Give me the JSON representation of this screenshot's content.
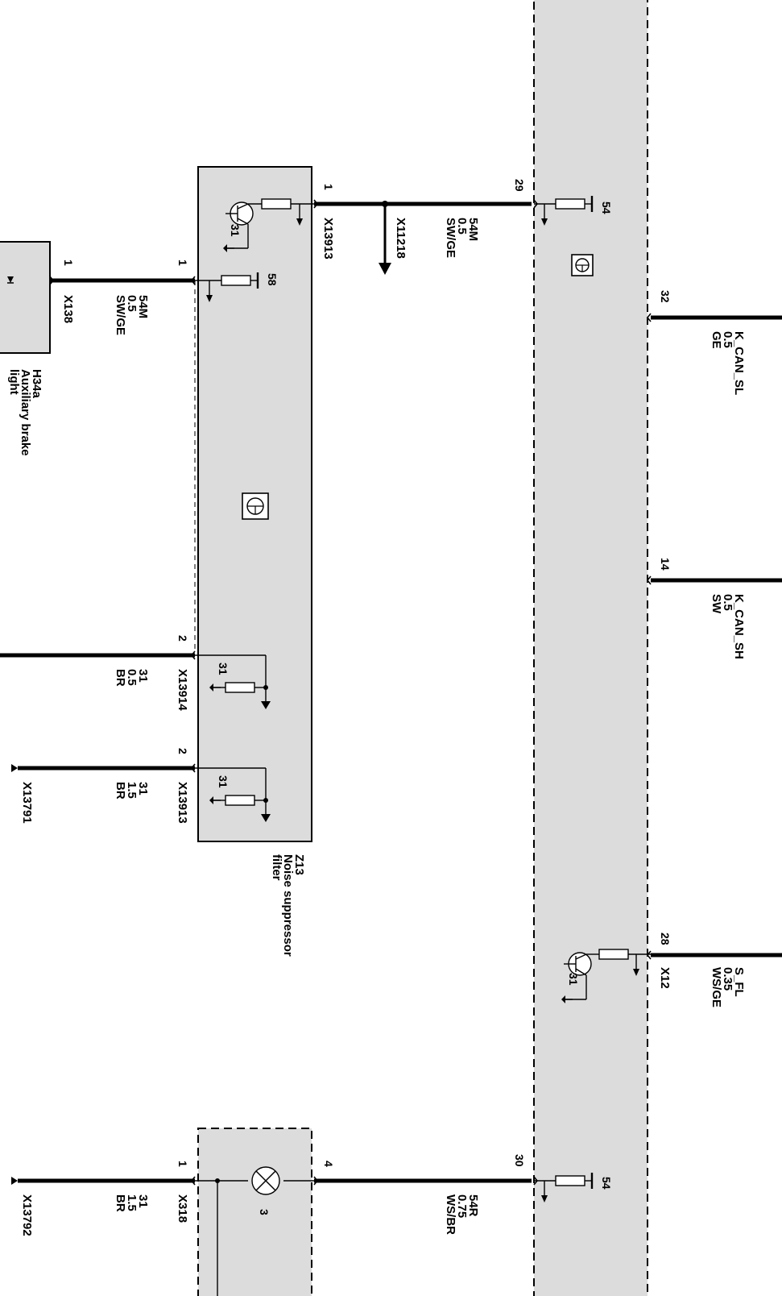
{
  "components": {
    "h34a": {
      "id": "H34a",
      "desc": "Auxiliary brake",
      "desc2": "light"
    },
    "z13": {
      "id": "Z13",
      "desc": "Noise suppressor",
      "desc2": "filter"
    },
    "lamp": {
      "num": "3"
    }
  },
  "connectors": {
    "x138": "X138",
    "x13913": "X13913",
    "x11218": "X11218",
    "x13914": "X13914",
    "x13913b": "X13913",
    "x13791": "X13791",
    "x12": "X12",
    "x318": "X318",
    "x13792": "X13792"
  },
  "pins": {
    "p1_x138": "1",
    "p1_z13l": "1",
    "p1_z13r": "1",
    "p29": "29",
    "p2_a": "2",
    "p2_b": "2",
    "p32": "32",
    "p14": "14",
    "p28": "28",
    "p1_lamp": "1",
    "p4_lamp": "4",
    "p30": "30"
  },
  "wires": {
    "w54m_a": {
      "sig": "54M",
      "size": "0.5",
      "color": "SW/GE"
    },
    "w54m_b": {
      "sig": "54M",
      "size": "0.5",
      "color": "SW/GE"
    },
    "w31_a": {
      "sig": "31",
      "size": "0.5",
      "color": "BR"
    },
    "w31_b": {
      "sig": "31",
      "size": "1.5",
      "color": "BR"
    },
    "w31_c": {
      "sig": "31",
      "size": "1.5",
      "color": "BR"
    },
    "kcansl": {
      "sig": "K_CAN_SL",
      "size": "0.5",
      "color": "GE"
    },
    "kcansh": {
      "sig": "K_CAN_SH",
      "size": "0.5",
      "color": "SW"
    },
    "sfl": {
      "sig": "S_FL",
      "size": "0.35",
      "color": "WS/GE"
    },
    "w54r": {
      "sig": "54R",
      "size": "0.75",
      "color": "WS/BR"
    }
  },
  "internal": {
    "r54a": "54",
    "r58": "58",
    "r54b": "54",
    "g31a": "31",
    "g31b": "31",
    "g31c": "31",
    "g31d": "31"
  }
}
